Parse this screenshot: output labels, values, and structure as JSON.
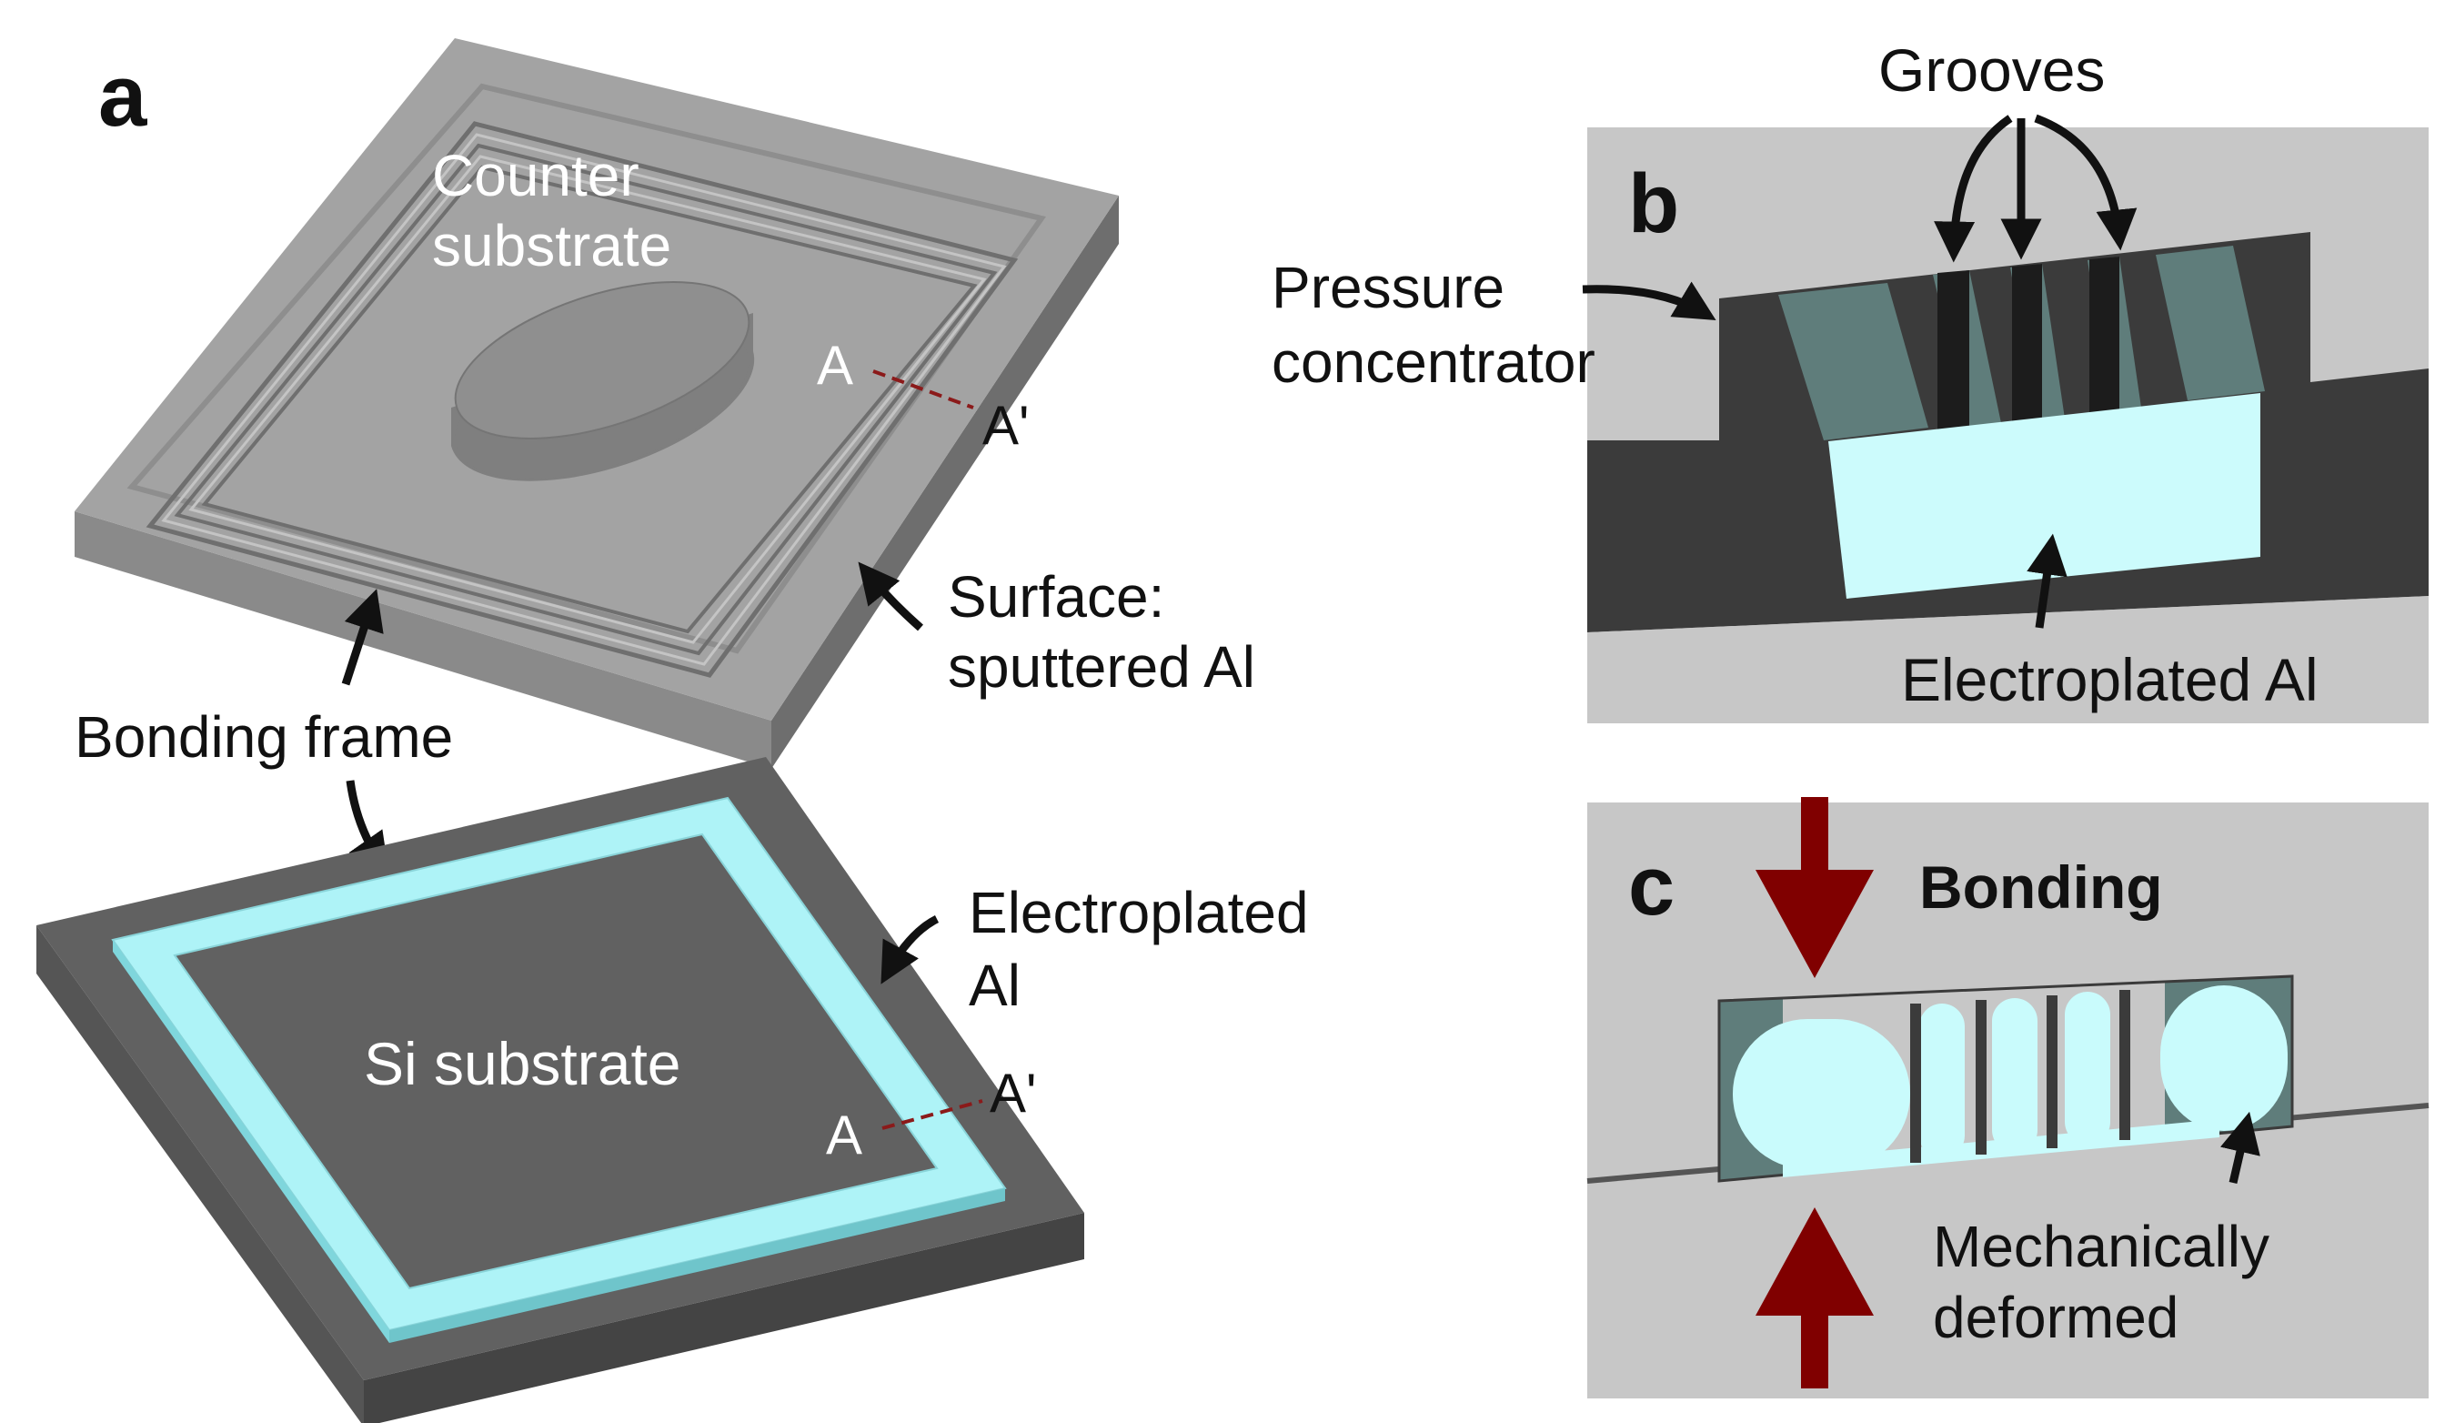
{
  "panel_a": {
    "letter": "a",
    "counter_substrate_line1": "Counter",
    "counter_substrate_line2": "substrate",
    "section_top_a": "A",
    "section_top_a_prime": "A'",
    "surface_line1": "Surface:",
    "surface_line2": "sputtered Al",
    "bonding_frame": "Bonding frame",
    "electroplated_line1": "Electroplated",
    "electroplated_line2": "Al",
    "si_substrate": "Si substrate",
    "section_bottom_a": "A",
    "section_bottom_a_prime": "A'"
  },
  "panel_b": {
    "letter": "b",
    "grooves": "Grooves",
    "pressure_line1": "Pressure",
    "pressure_line2": "concentrator",
    "electroplated_al": "Electroplated Al"
  },
  "panel_c": {
    "letter": "c",
    "bonding": "Bonding",
    "mech_line1": "Mechanically",
    "mech_line2": "deformed"
  },
  "colors": {
    "counter_top": "#a3a3a3",
    "counter_side": "#7d7d7d",
    "si_top": "#616161",
    "si_side": "#4a4a4a",
    "aluminum": "#aef3f7",
    "panel_bg": "#c7c7c7",
    "dark_solid": "#3b3b3b",
    "arrow_red": "#800000"
  }
}
